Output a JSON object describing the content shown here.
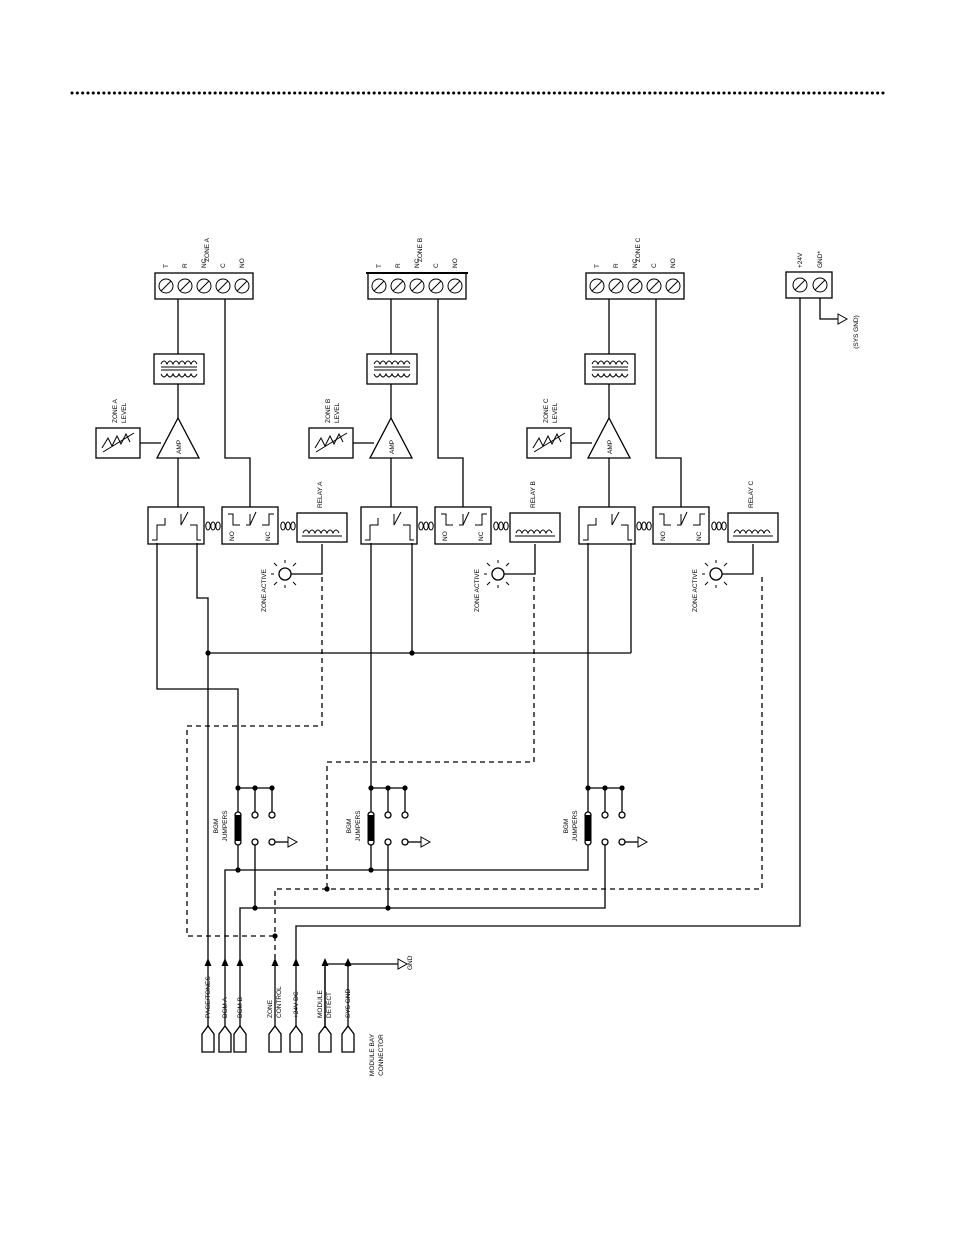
{
  "zones": [
    {
      "zone_label": "ZONE A",
      "terminals": [
        "T",
        "R",
        "NC",
        "C",
        "NO"
      ],
      "level_label": [
        "ZONE A",
        "LEVEL"
      ],
      "amp_label": "AMP",
      "relay_label": "RELAY A",
      "relay_contacts": [
        "NO",
        "NC"
      ],
      "active_label": "ZONE ACTIVE"
    },
    {
      "zone_label": "ZONE B",
      "terminals": [
        "T",
        "R",
        "NC",
        "C",
        "NO"
      ],
      "level_label": [
        "ZONE B",
        "LEVEL"
      ],
      "amp_label": "AMP",
      "relay_label": "RELAY B",
      "relay_contacts": [
        "NO",
        "NC"
      ],
      "active_label": "ZONE ACTIVE"
    },
    {
      "zone_label": "ZONE C",
      "terminals": [
        "T",
        "R",
        "NC",
        "C",
        "NO"
      ],
      "level_label": [
        "ZONE C",
        "LEVEL"
      ],
      "amp_label": "AMP",
      "relay_label": "RELAY C",
      "relay_contacts": [
        "NO",
        "NC"
      ],
      "active_label": "ZONE ACTIVE"
    }
  ],
  "power_block": {
    "terminals": [
      "+24V",
      "GND*"
    ],
    "ground_label": "(SYS GND)"
  },
  "bgm_jumpers_label": [
    "BGM",
    "JUMPERS"
  ],
  "connector_pins": [
    [
      "PAGE/TONES"
    ],
    [
      "BGM A"
    ],
    [
      "BGM B"
    ],
    [
      "ZONE",
      "CONTROL"
    ],
    [
      "+24V DC"
    ],
    [
      "MODULE",
      "DETECT"
    ],
    [
      "SYS GND"
    ]
  ],
  "connector_label": [
    "MODULE BAY",
    "CONNECTOR"
  ],
  "gnd_label": "GND"
}
